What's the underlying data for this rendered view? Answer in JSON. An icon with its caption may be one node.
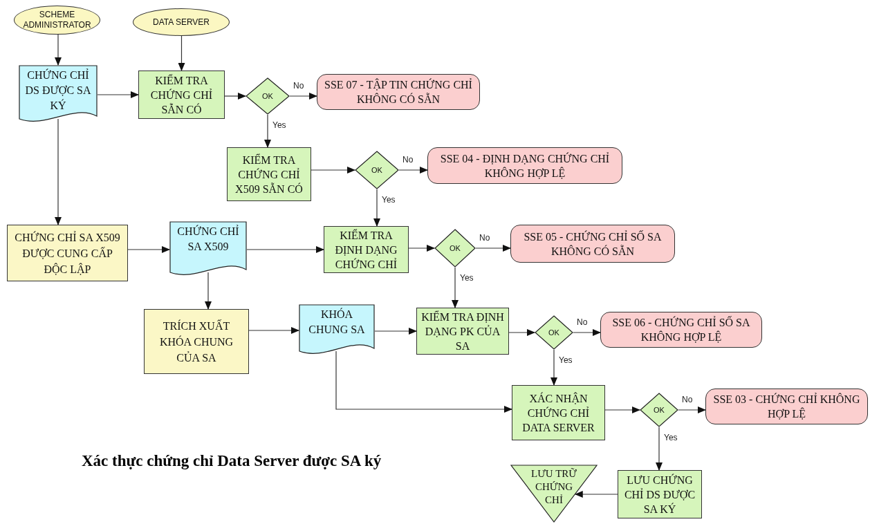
{
  "diagram": {
    "title": "Xác thực chứng chỉ Data Server được SA ký",
    "nodes": [
      {
        "text": [
          "SCHEME ADMINISTRATOR"
        ]
      },
      {
        "text": [
          "DATA SERVER"
        ]
      },
      {
        "text": [
          "CHỨNG CHỈ DS ĐƯỢC SA KÝ"
        ]
      },
      {
        "text": [
          "KIỂM TRA CHỨNG CHỈ SẴN CÓ"
        ]
      },
      {
        "text": [
          "OK"
        ]
      },
      {
        "text": [
          "SSE 07 - TẬP TIN CHỨNG CHỈ KHÔNG CÓ SẴN"
        ]
      },
      {
        "text": [
          "KIỂM TRA CHỨNG CHỈ X509 SẴN CÓ"
        ]
      },
      {
        "text": [
          "OK"
        ]
      },
      {
        "text": [
          "SSE 04 - ĐỊNH DẠNG CHỨNG CHỈ KHÔNG HỢP LỆ"
        ]
      },
      {
        "text": [
          "CHỨNG CHỈ SA X509 ĐƯỢC CUNG CẤP ĐỘC LẬP"
        ]
      },
      {
        "text": [
          "CHỨNG CHỈ SA X509"
        ]
      },
      {
        "text": [
          "KIỂM TRA ĐỊNH DẠNG CHỨNG CHỈ"
        ]
      },
      {
        "text": [
          "OK"
        ]
      },
      {
        "text": [
          "SSE 05 - CHỨNG CHỈ SỐ SA KHÔNG CÓ SẴN"
        ]
      },
      {
        "text": [
          "TRÍCH XUẤT KHÓA CHUNG CỦA SA"
        ]
      },
      {
        "text": [
          "KHÓA CHUNG SA"
        ]
      },
      {
        "text": [
          "KIỂM TRA ĐỊNH DẠNG PK CỦA SA"
        ]
      },
      {
        "text": [
          "OK"
        ]
      },
      {
        "text": [
          "SSE 06 - CHỨNG CHỈ SỐ SA KHÔNG HỢP LỆ"
        ]
      },
      {
        "text": [
          "XÁC NHẬN CHỨNG CHỈ DATA SERVER"
        ]
      },
      {
        "text": [
          "OK"
        ]
      },
      {
        "text": [
          "SSE 03 - CHỨNG CHỈ KHÔNG HỢP LỆ"
        ]
      },
      {
        "text": [
          "LƯU CHỨNG CHỈ DS ĐƯỢC SA KÝ"
        ]
      },
      {
        "text": [
          "LƯU TRỮ CHỨNG CHỈ"
        ]
      }
    ],
    "edges": [
      {
        "from": 0,
        "to": 2,
        "arrow": "to"
      },
      {
        "from": 1,
        "to": 3,
        "arrow": "to"
      },
      {
        "from": 2,
        "to": 3,
        "arrow": "to"
      },
      {
        "from": 3,
        "to": 4,
        "arrow": "to"
      },
      {
        "from": 4,
        "to": 5,
        "arrow": "to",
        "label": "No"
      },
      {
        "from": 4,
        "to": 6,
        "arrow": "to",
        "label": "Yes"
      },
      {
        "from": 6,
        "to": 7,
        "arrow": "to"
      },
      {
        "from": 7,
        "to": 8,
        "arrow": "to",
        "label": "No"
      },
      {
        "from": 7,
        "to": 11,
        "arrow": "to",
        "label": "Yes"
      },
      {
        "from": 2,
        "to": 9,
        "arrow": "to"
      },
      {
        "from": 9,
        "to": 10,
        "arrow": "to"
      },
      {
        "from": 10,
        "to": 11,
        "arrow": "to"
      },
      {
        "from": 11,
        "to": 12,
        "arrow": "to"
      },
      {
        "from": 12,
        "to": 13,
        "arrow": "to",
        "label": "No"
      },
      {
        "from": 12,
        "to": 16,
        "arrow": "to",
        "label": "Yes"
      },
      {
        "from": 10,
        "to": 14,
        "arrow": "to"
      },
      {
        "from": 14,
        "to": 15,
        "arrow": "to"
      },
      {
        "from": 15,
        "to": 16,
        "arrow": "to"
      },
      {
        "from": 16,
        "to": 17,
        "arrow": "to"
      },
      {
        "from": 17,
        "to": 18,
        "arrow": "to",
        "label": "No"
      },
      {
        "from": 17,
        "to": 19,
        "arrow": "to",
        "label": "Yes"
      },
      {
        "from": 15,
        "to": 19,
        "arrow": "to"
      },
      {
        "from": 19,
        "to": 20,
        "arrow": "to"
      },
      {
        "from": 20,
        "to": 21,
        "arrow": "to",
        "label": "No"
      },
      {
        "from": 20,
        "to": 22,
        "arrow": "to",
        "label": "Yes"
      },
      {
        "from": 22,
        "to": 23,
        "arrow": "to"
      }
    ]
  }
}
